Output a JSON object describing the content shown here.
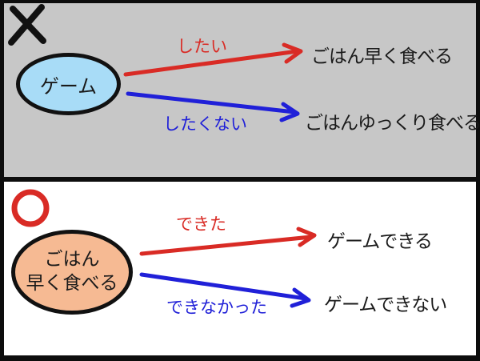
{
  "colors": {
    "frame": "#0d0d0d",
    "panel_gray": "#c7c7c7",
    "panel_white": "#ffffff",
    "red": "#d92b25",
    "blue": "#2020d8",
    "node_blue_fill": "#a8dcf7",
    "node_orange_fill": "#f6ba93",
    "ink": "#1a1a1a"
  },
  "top_panel": {
    "verdict_icon": "cross-mark",
    "node": {
      "label": "ゲーム"
    },
    "want_arrow": {
      "label": "したい",
      "result": "ごはん早く食べる"
    },
    "not_want_arrow": {
      "label": "したくない",
      "result": "ごはんゆっくり食べる"
    }
  },
  "bottom_panel": {
    "verdict_icon": "circle-mark",
    "node": {
      "label_line1": "ごはん",
      "label_line2": "早く食べる"
    },
    "success_arrow": {
      "label": "できた",
      "result": "ゲームできる"
    },
    "fail_arrow": {
      "label": "できなかった",
      "result": "ゲームできない"
    }
  }
}
